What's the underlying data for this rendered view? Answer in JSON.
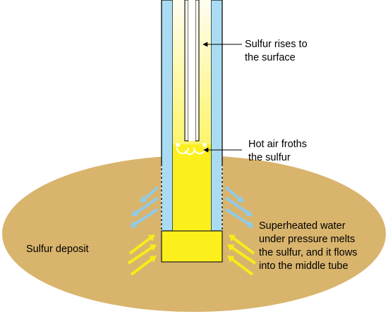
{
  "labels": {
    "sulfur_rises": [
      "Sulfur rises to",
      "the surface"
    ],
    "hot_air": [
      "Hot air froths",
      "the sulfur"
    ],
    "superheated": [
      "Superheated water",
      "under pressure melts",
      "the sulfur, and it flows",
      "into the middle tube"
    ],
    "deposit": "Sulfur deposit"
  },
  "colors": {
    "deposit": "#d9b46c",
    "water": "#a9dcf2",
    "sulfur": "#fbf01c",
    "outline": "#1a1a1a",
    "arrow_water": "#8fcbe8",
    "arrow_sulfur": "#f7ec1a"
  }
}
